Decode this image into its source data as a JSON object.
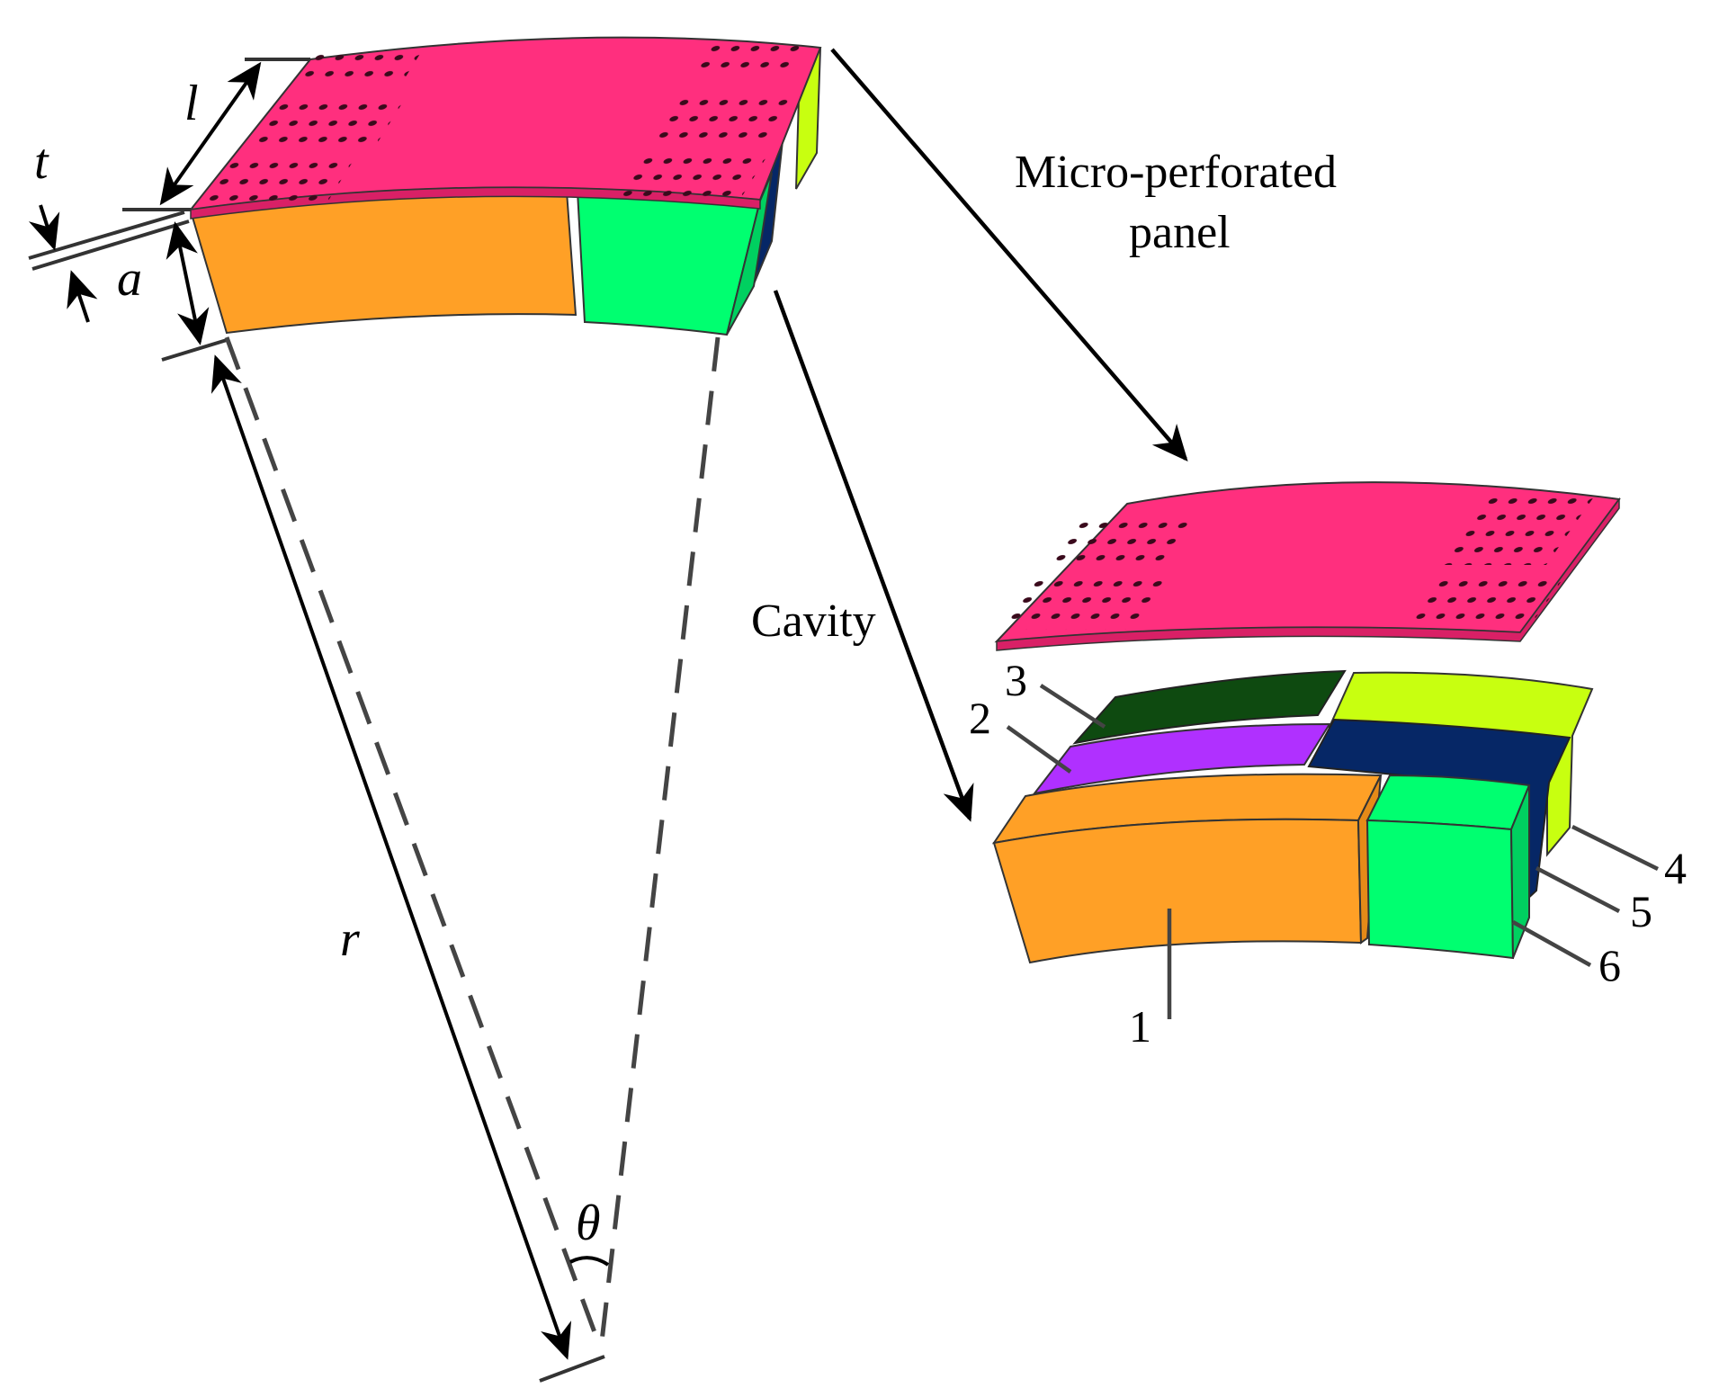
{
  "labels": {
    "micro_perforated_line1": "Micro-perforated",
    "micro_perforated_line2": "panel",
    "cavity": "Cavity"
  },
  "symbols": {
    "l": "l",
    "t": "t",
    "a": "a",
    "r": "r",
    "theta": "θ"
  },
  "part_numbers": [
    "1",
    "2",
    "3",
    "4",
    "5",
    "6"
  ],
  "colors": {
    "panel": "#ff2f7e",
    "cavity_1": "#ffa026",
    "cavity_2": "#b030ff",
    "cavity_3": "#0e4a10",
    "cavity_4": "#c8ff10",
    "cavity_5": "#062766",
    "cavity_6": "#00ff70",
    "dashed_line": "#444444"
  }
}
